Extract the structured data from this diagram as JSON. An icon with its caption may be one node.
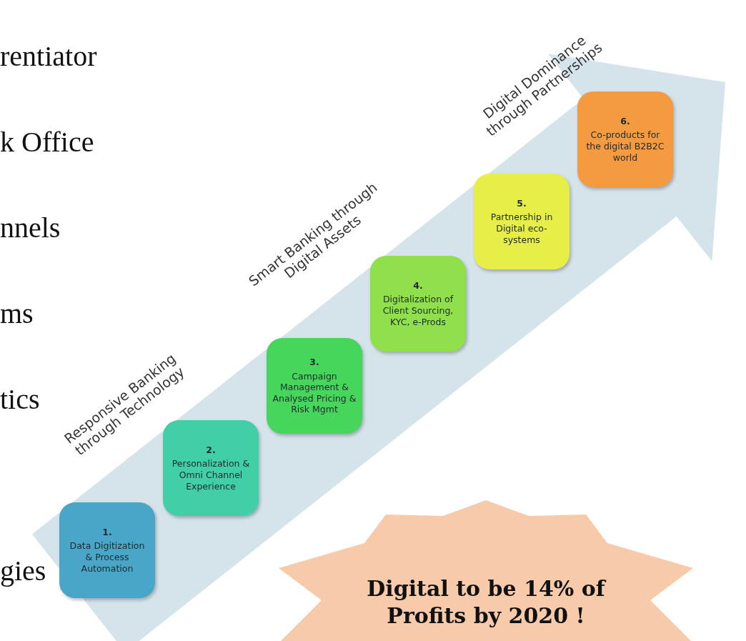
{
  "diagram": {
    "nodes": [
      {
        "text": [
          "1.",
          "Data Digitization & Process Automation"
        ]
      },
      {
        "text": [
          "2.",
          "Personalization & Omni Channel Experience"
        ]
      },
      {
        "text": [
          "3.",
          "Campaign Management & Analysed Pricing & Risk Mgmt"
        ]
      },
      {
        "text": [
          "4.",
          "Digitalization of Client Sourcing, KYC, e-Prods"
        ]
      },
      {
        "text": [
          "5.",
          "Partnership in Digital eco-systems"
        ]
      },
      {
        "text": [
          "6.",
          "Co-products for the digital B2B2C world"
        ]
      },
      {
        "text": [
          "Digital to be 14% of Profits by 2020 !"
        ]
      }
    ],
    "labels": [
      "rentiator",
      "k Office",
      "nnels",
      "ms",
      "tics",
      "gies",
      "Responsive Banking through Technology",
      "Smart Banking through Digital Assets",
      "Digital Dominance through Partnerships"
    ]
  }
}
